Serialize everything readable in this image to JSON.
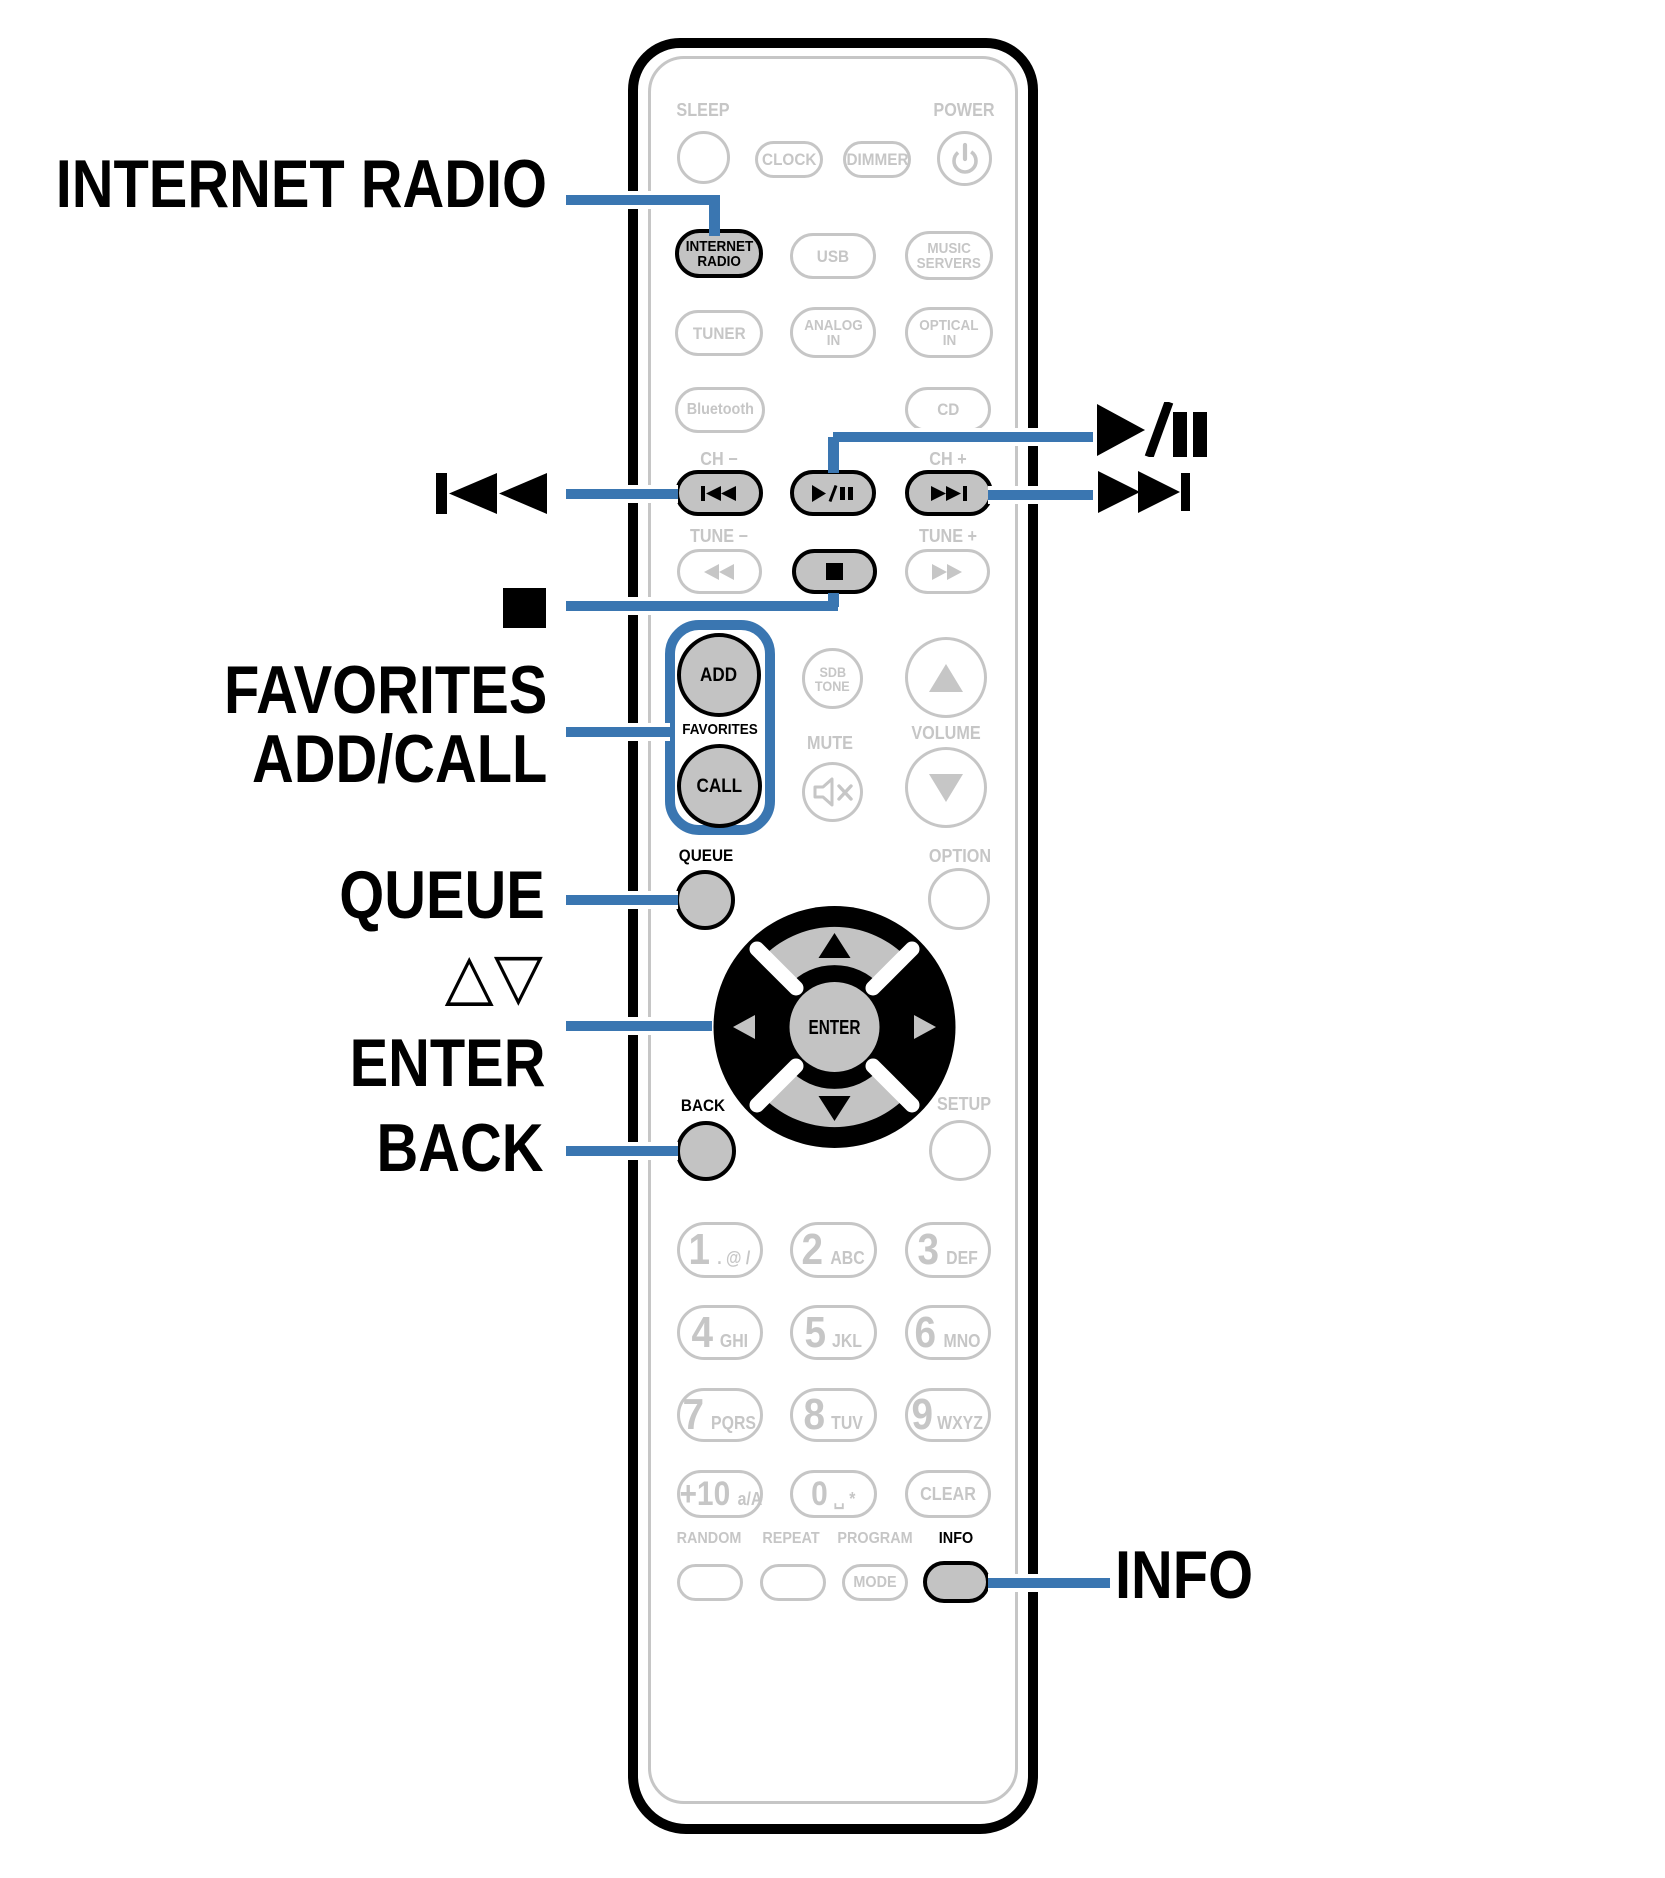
{
  "palette": {
    "callout_blue": "#3a76b1",
    "inactive_gray": "#c6c6c6",
    "highlight_button_fill": "#c3c3c3",
    "outline_black": "#000000"
  },
  "callouts": {
    "internet_radio": "INTERNET RADIO",
    "skip_back_icon": "skip-back",
    "play_pause_icon": "play-pause",
    "skip_forward_icon": "skip-forward",
    "stop_icon": "stop",
    "favorites_line1": "FAVORITES",
    "favorites_line2": "ADD/CALL",
    "queue": "QUEUE",
    "cursor_triangles": "△▽",
    "enter": "ENTER",
    "back": "BACK",
    "info": "INFO"
  },
  "remote": {
    "labels": {
      "sleep": "SLEEP",
      "power": "POWER",
      "ch_minus": "CH −",
      "ch_plus": "CH +",
      "tune_minus": "TUNE −",
      "tune_plus": "TUNE +",
      "favorites": "FAVORITES",
      "mute": "MUTE",
      "volume": "VOLUME",
      "queue": "QUEUE",
      "option": "OPTION",
      "back": "BACK",
      "setup": "SETUP",
      "random": "RANDOM",
      "repeat": "REPEAT",
      "program": "PROGRAM",
      "info": "INFO"
    },
    "buttons": {
      "clock": "CLOCK",
      "dimmer": "DIMMER",
      "internet_radio_line1": "INTERNET",
      "internet_radio_line2": "RADIO",
      "usb": "USB",
      "music_servers_line1": "MUSIC",
      "music_servers_line2": "SERVERS",
      "tuner": "TUNER",
      "analog_in_line1": "ANALOG",
      "analog_in_line2": "IN",
      "optical_in_line1": "OPTICAL",
      "optical_in_line2": "IN",
      "bluetooth": "Bluetooth",
      "cd": "CD",
      "add": "ADD",
      "call": "CALL",
      "sdb_tone_line1": "SDB",
      "sdb_tone_line2": "TONE",
      "enter": "ENTER",
      "mode": "MODE",
      "clear": "CLEAR"
    },
    "keypad": [
      {
        "digit": "1",
        "letters": ". @ /"
      },
      {
        "digit": "2",
        "letters": "ABC"
      },
      {
        "digit": "3",
        "letters": "DEF"
      },
      {
        "digit": "4",
        "letters": "GHI"
      },
      {
        "digit": "5",
        "letters": "JKL"
      },
      {
        "digit": "6",
        "letters": "MNO"
      },
      {
        "digit": "7",
        "letters": "PQRS"
      },
      {
        "digit": "8",
        "letters": "TUV"
      },
      {
        "digit": "9",
        "letters": "WXYZ"
      },
      {
        "digit": "+10",
        "letters": "a/A"
      },
      {
        "digit": "0",
        "letters": "␣ *"
      }
    ]
  }
}
